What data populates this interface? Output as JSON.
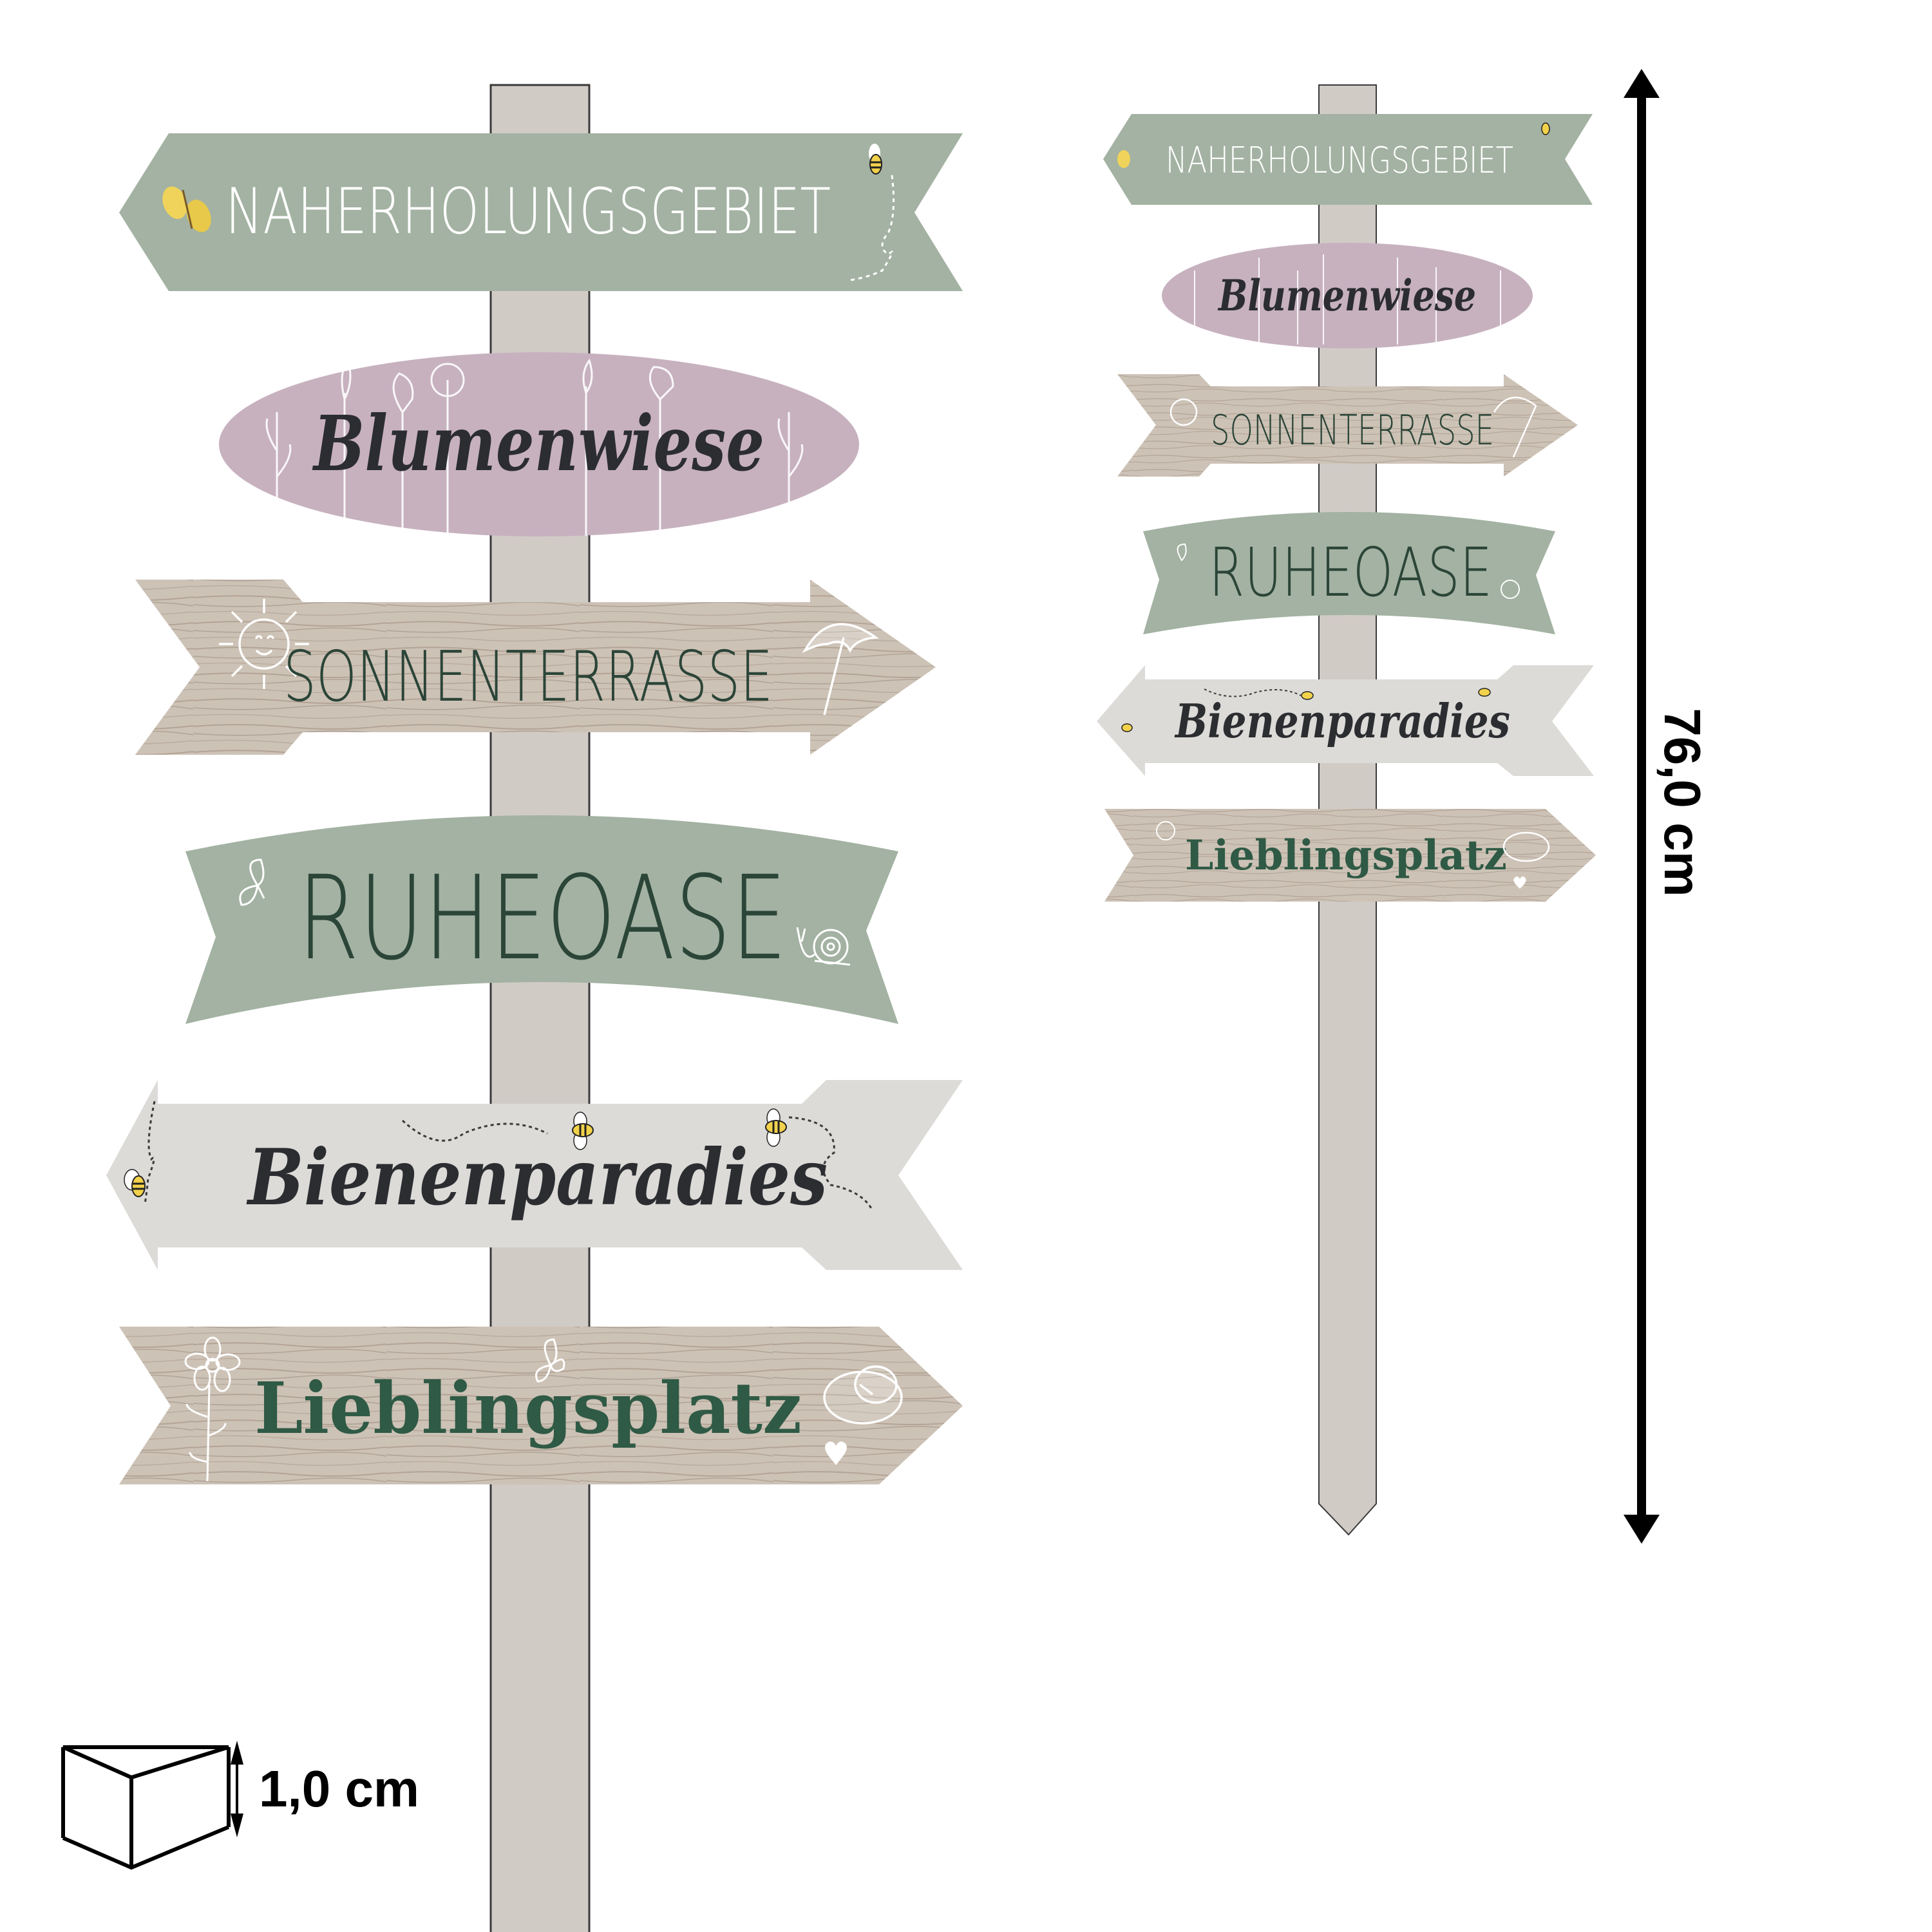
{
  "colors": {
    "background": "#ffffff",
    "post": "#d1cbc6",
    "post_outline": "#3a3a3a",
    "sage": "#a3b2a2",
    "sage_dark_text": "#2b4538",
    "mauve": "#c7b1bf",
    "wood": "#cdc2b6",
    "wood_grain": "#9c8d80",
    "light_grey": "#dcdbd8",
    "charcoal_text": "#2b2d31",
    "wood_green_text": "#2f5a45",
    "white_text": "#ffffff",
    "dimension_black": "#000000"
  },
  "large_signpost": {
    "signs": [
      {
        "label": "NAHERHOLUNGSGEBIET",
        "shape": "arrow-left-notched",
        "color": "sage",
        "decorations": [
          "butterfly-icon",
          "bee-icon"
        ]
      },
      {
        "label": "Blumenwiese",
        "shape": "oval",
        "color": "mauve",
        "decorations": [
          "wildflowers-icon"
        ]
      },
      {
        "label": "SONNENTERRASSE",
        "shape": "arrow-right",
        "color": "wood",
        "decorations": [
          "sun-icon",
          "umbrella-icon"
        ]
      },
      {
        "label": "RUHEOASE",
        "shape": "banner",
        "color": "sage",
        "decorations": [
          "butterfly-icon",
          "snail-icon"
        ]
      },
      {
        "label": "Bienenparadies",
        "shape": "arrow-left",
        "color": "light_grey",
        "decorations": [
          "bee-icon",
          "bee-icon",
          "bee-icon"
        ]
      },
      {
        "label": "Lieblingsplatz",
        "shape": "arrow-right-notched",
        "color": "wood",
        "decorations": [
          "flower-icon",
          "butterfly-icon",
          "hat-icon",
          "heart-icon"
        ]
      }
    ]
  },
  "small_signpost": {
    "signs": [
      {
        "label": "NAHERHOLUNGSGEBIET"
      },
      {
        "label": "Blumenwiese"
      },
      {
        "label": "SONNENTERRASSE"
      },
      {
        "label": "RUHEOASE"
      },
      {
        "label": "Bienenparadies"
      },
      {
        "label": "Lieblingsplatz"
      }
    ]
  },
  "dimensions": {
    "height_label": "76,0 cm",
    "thickness_label": "1,0 cm"
  }
}
